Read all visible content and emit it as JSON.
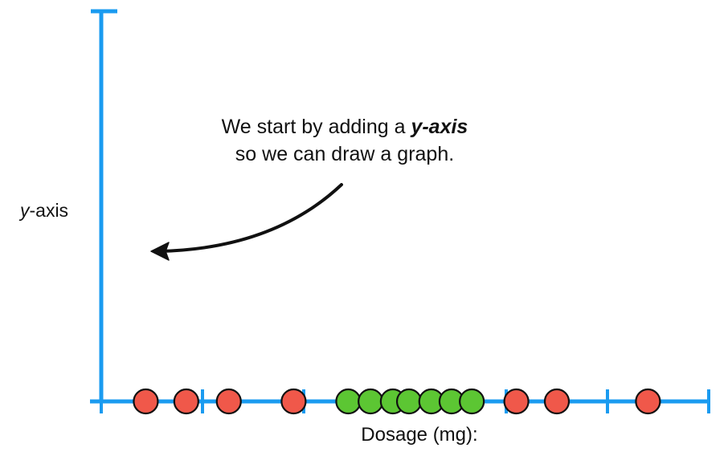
{
  "annotation": {
    "line1_text": "We start by adding a ",
    "line1_emphasis": "y-axis",
    "line2_text": "so we can draw a graph."
  },
  "y_axis": {
    "label_italic": "y",
    "label_rest": "-axis"
  },
  "x_axis": {
    "label": "Dosage (mg):"
  },
  "colors": {
    "axis": "#1a9bf0",
    "not_cured": "#f0584a",
    "cured": "#5cc633",
    "outline": "#111111",
    "text": "#111111"
  },
  "chart_data": {
    "type": "scatter",
    "x_range": [
      0,
      30
    ],
    "ticks": [
      0,
      5,
      10,
      15,
      20,
      25,
      30
    ],
    "points": [
      {
        "x": 2.2,
        "cured": false
      },
      {
        "x": 4.2,
        "cured": false
      },
      {
        "x": 6.3,
        "cured": false
      },
      {
        "x": 9.5,
        "cured": false
      },
      {
        "x": 12.2,
        "cured": true
      },
      {
        "x": 13.3,
        "cured": true
      },
      {
        "x": 14.4,
        "cured": true
      },
      {
        "x": 15.2,
        "cured": true
      },
      {
        "x": 16.3,
        "cured": true
      },
      {
        "x": 17.3,
        "cured": true
      },
      {
        "x": 18.3,
        "cured": true
      },
      {
        "x": 20.5,
        "cured": false
      },
      {
        "x": 22.5,
        "cured": false
      },
      {
        "x": 27.0,
        "cured": false
      }
    ]
  }
}
